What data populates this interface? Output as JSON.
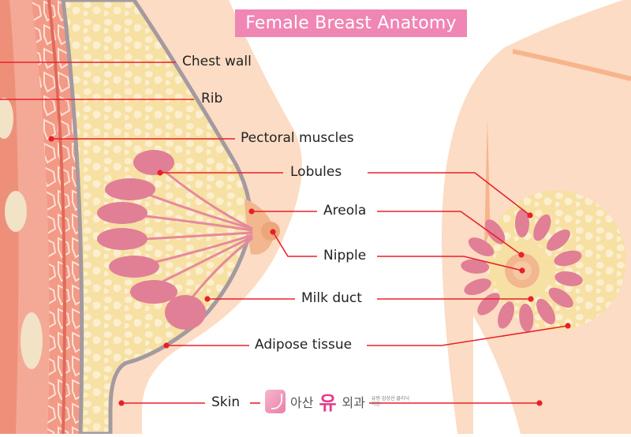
{
  "title": "Female Breast Anatomy",
  "colors": {
    "title_bg": "#ef86b4",
    "title_text": "#ffffff",
    "leader_line": "#e8202a",
    "skin": "#fcdcc4",
    "skin_shadow": "#f6b58c",
    "adipose": "#f7e0a3",
    "adipose_cell": "#fcefcf",
    "lobule": "#e07f96",
    "duct": "#e6899c",
    "muscle": "#f29a86",
    "areola": "#f2b78f",
    "outline": "#a49aa0"
  },
  "labels": [
    {
      "id": "chest-wall",
      "text": "Chest wall"
    },
    {
      "id": "rib",
      "text": "Rib"
    },
    {
      "id": "pectoral-muscles",
      "text": "Pectoral muscles"
    },
    {
      "id": "lobules",
      "text": "Lobules"
    },
    {
      "id": "areola",
      "text": "Areola"
    },
    {
      "id": "nipple",
      "text": "Nipple"
    },
    {
      "id": "milk-duct",
      "text": "Milk duct"
    },
    {
      "id": "adipose-tissue",
      "text": "Adipose tissue"
    },
    {
      "id": "skin",
      "text": "Skin"
    }
  ],
  "logo": {
    "name_part1": "아산",
    "name_accent": "유",
    "name_part2": "외과",
    "tagline_line1": "유방·갑상선 클리닉",
    "tagline_line2": "의원"
  }
}
